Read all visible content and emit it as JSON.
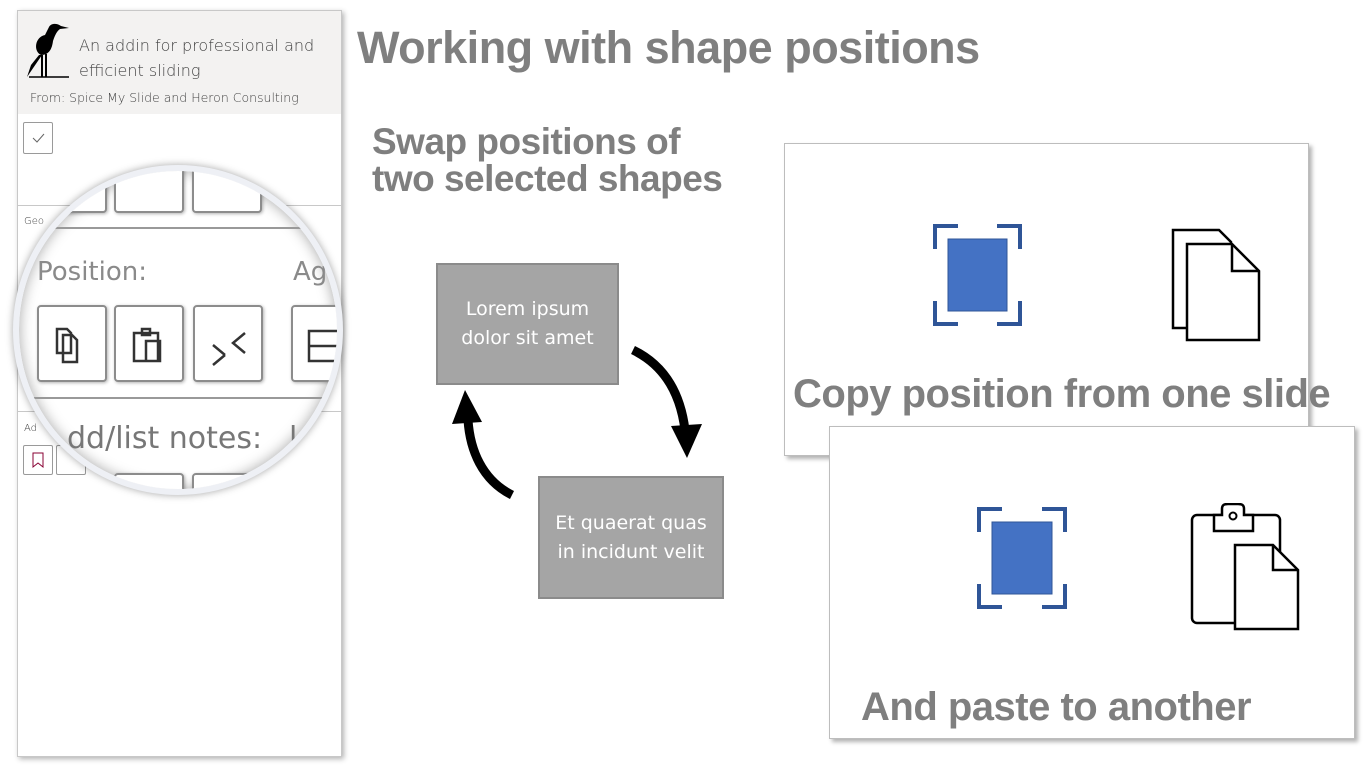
{
  "panel": {
    "tagline_line1": "An addin for professional and",
    "tagline_line2": "efficient sliding",
    "from_label": "From:",
    "link1": "Spice My Slide",
    "and_label": "and",
    "link2": "Heron Consulting",
    "geo_label": "Geo",
    "add_label": "Ad"
  },
  "magnifier": {
    "position_label": "Position:",
    "align_label": "Ag",
    "notes_label": "dd/list notes:",
    "notes_partial": "l"
  },
  "main": {
    "title": "Working with shape positions",
    "swap_line1": "Swap positions of",
    "swap_line2": "two selected shapes",
    "box1_line1": "Lorem ipsum",
    "box1_line2": "dolor sit amet",
    "box2_line1": "Et quaerat quas",
    "box2_line2": "in incidunt velit",
    "card1_caption": "Copy position from one slide",
    "card2_caption": "And paste to another"
  },
  "colors": {
    "accent": "#4472c4",
    "gray_text": "#7f7f7f",
    "box_fill": "#a5a5a5"
  }
}
